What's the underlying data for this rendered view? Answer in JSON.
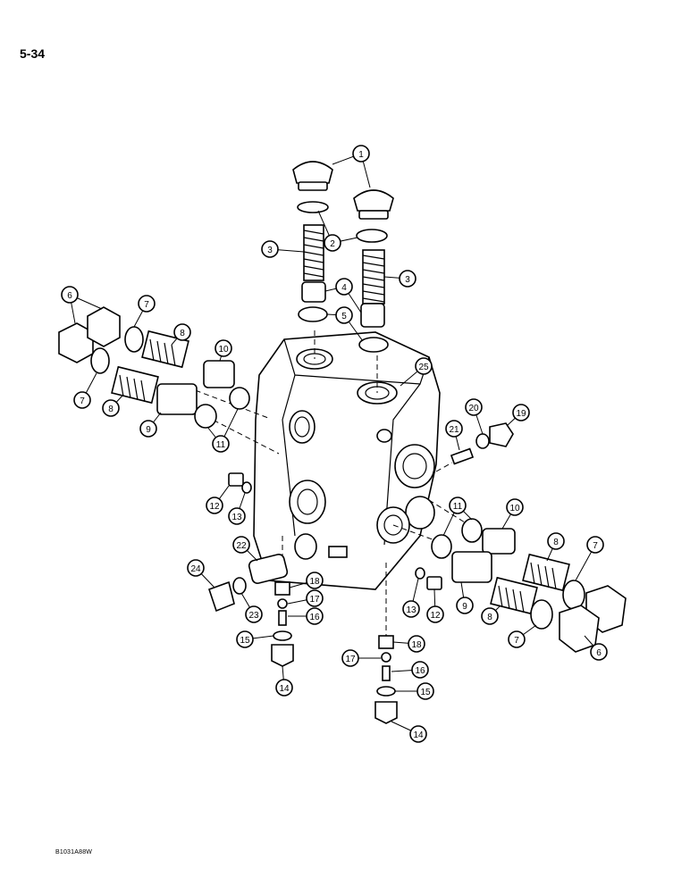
{
  "page": {
    "number": "5-34",
    "figure_code": "B1031A88W"
  },
  "callouts": [
    {
      "id": "c1",
      "label": "1"
    },
    {
      "id": "c2",
      "label": "2"
    },
    {
      "id": "c3a",
      "label": "3"
    },
    {
      "id": "c3b",
      "label": "3"
    },
    {
      "id": "c4",
      "label": "4"
    },
    {
      "id": "c5",
      "label": "5"
    },
    {
      "id": "c6a",
      "label": "6"
    },
    {
      "id": "c6b",
      "label": "6"
    },
    {
      "id": "c7a",
      "label": "7"
    },
    {
      "id": "c7b",
      "label": "7"
    },
    {
      "id": "c7c",
      "label": "7"
    },
    {
      "id": "c7d",
      "label": "7"
    },
    {
      "id": "c8a",
      "label": "8"
    },
    {
      "id": "c8b",
      "label": "8"
    },
    {
      "id": "c8c",
      "label": "8"
    },
    {
      "id": "c8d",
      "label": "8"
    },
    {
      "id": "c9a",
      "label": "9"
    },
    {
      "id": "c9b",
      "label": "9"
    },
    {
      "id": "c10a",
      "label": "10"
    },
    {
      "id": "c10b",
      "label": "10"
    },
    {
      "id": "c11a",
      "label": "11"
    },
    {
      "id": "c11b",
      "label": "11"
    },
    {
      "id": "c12a",
      "label": "12"
    },
    {
      "id": "c12b",
      "label": "12"
    },
    {
      "id": "c13a",
      "label": "13"
    },
    {
      "id": "c13b",
      "label": "13"
    },
    {
      "id": "c14a",
      "label": "14"
    },
    {
      "id": "c14b",
      "label": "14"
    },
    {
      "id": "c15a",
      "label": "15"
    },
    {
      "id": "c15b",
      "label": "15"
    },
    {
      "id": "c16a",
      "label": "16"
    },
    {
      "id": "c16b",
      "label": "16"
    },
    {
      "id": "c17a",
      "label": "17"
    },
    {
      "id": "c17b",
      "label": "17"
    },
    {
      "id": "c18a",
      "label": "18"
    },
    {
      "id": "c18b",
      "label": "18"
    },
    {
      "id": "c19",
      "label": "19"
    },
    {
      "id": "c20",
      "label": "20"
    },
    {
      "id": "c21",
      "label": "21"
    },
    {
      "id": "c22",
      "label": "22"
    },
    {
      "id": "c23",
      "label": "23"
    },
    {
      "id": "c24",
      "label": "24"
    },
    {
      "id": "c25",
      "label": "25"
    }
  ]
}
